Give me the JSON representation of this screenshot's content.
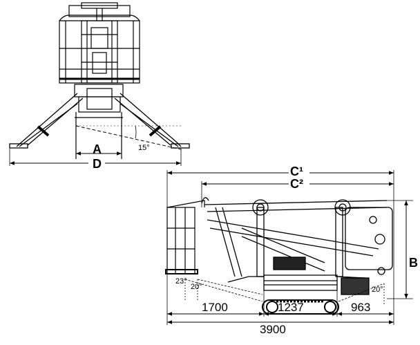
{
  "labels": {
    "A": "A",
    "D": "D",
    "B": "B",
    "C1": "C¹",
    "C2": "C²"
  },
  "angles": {
    "front_slope": "15°",
    "rear_outer": "23°",
    "rear_inner": "20°",
    "front_approach": "20°"
  },
  "dimensions": {
    "rear_overhang": "1700",
    "wheelbase": "1237",
    "front_overhang": "963",
    "total_length": "3900"
  }
}
